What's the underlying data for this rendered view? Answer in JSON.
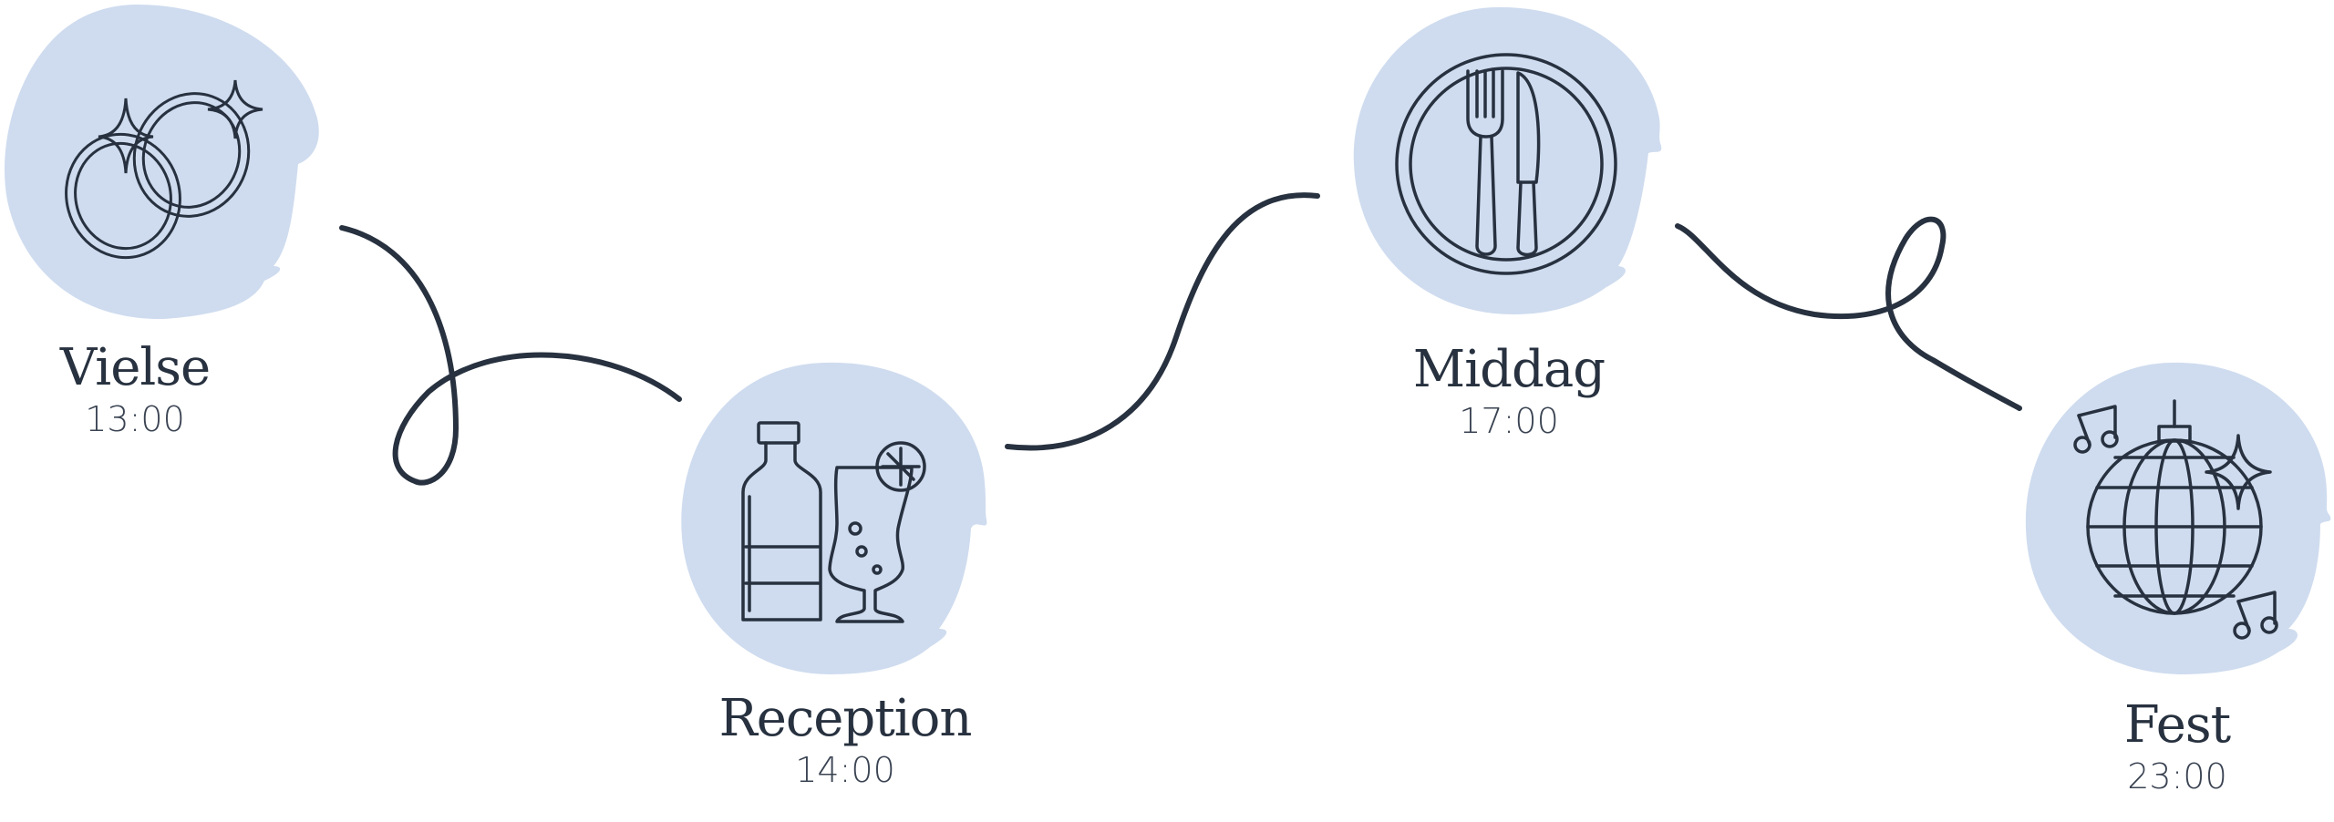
{
  "colors": {
    "blob": "#cfdcef",
    "ink": "#27313f",
    "background": "#ffffff"
  },
  "events": [
    {
      "name": "Vielse",
      "time": "13:00",
      "icon": "wedding-rings-icon"
    },
    {
      "name": "Reception",
      "time": "14:00",
      "icon": "drinks-icon"
    },
    {
      "name": "Middag",
      "time": "17:00",
      "icon": "plate-cutlery-icon"
    },
    {
      "name": "Fest",
      "time": "23:00",
      "icon": "disco-ball-icon"
    }
  ]
}
